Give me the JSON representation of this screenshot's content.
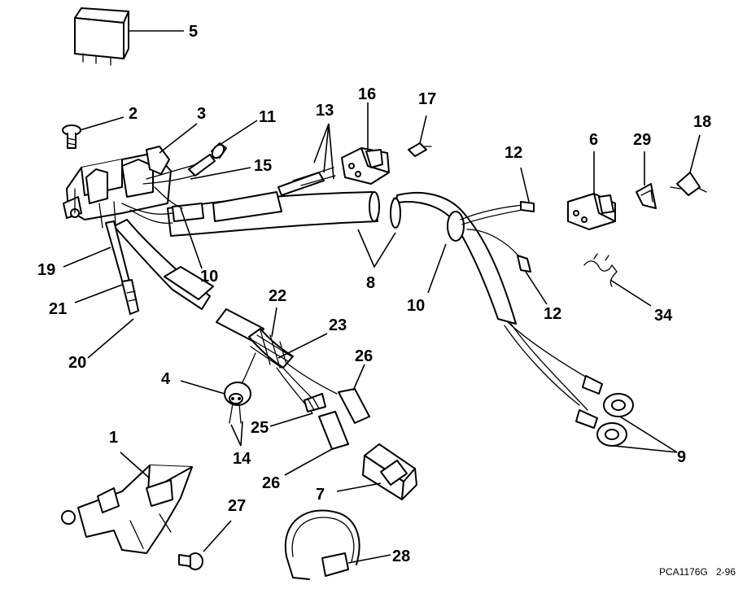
{
  "callouts": [
    {
      "id": "c5a",
      "text": "5"
    },
    {
      "id": "c2",
      "text": "2"
    },
    {
      "id": "c3",
      "text": "3"
    },
    {
      "id": "c11",
      "text": "11"
    },
    {
      "id": "c13",
      "text": "13"
    },
    {
      "id": "c16",
      "text": "16"
    },
    {
      "id": "c17",
      "text": "17"
    },
    {
      "id": "c15",
      "text": "15"
    },
    {
      "id": "c12a",
      "text": "12"
    },
    {
      "id": "c6",
      "text": "6"
    },
    {
      "id": "c29",
      "text": "29"
    },
    {
      "id": "c18",
      "text": "18"
    },
    {
      "id": "c19",
      "text": "19"
    },
    {
      "id": "c10a",
      "text": "10"
    },
    {
      "id": "c8",
      "text": "8"
    },
    {
      "id": "c10b",
      "text": "10"
    },
    {
      "id": "c12b",
      "text": "12"
    },
    {
      "id": "c34",
      "text": "34"
    },
    {
      "id": "c21",
      "text": "21"
    },
    {
      "id": "c22",
      "text": "22"
    },
    {
      "id": "c23",
      "text": "23"
    },
    {
      "id": "c20",
      "text": "20"
    },
    {
      "id": "c26a",
      "text": "26"
    },
    {
      "id": "c4",
      "text": "4"
    },
    {
      "id": "c25",
      "text": "25"
    },
    {
      "id": "c14",
      "text": "14"
    },
    {
      "id": "c9",
      "text": "9"
    },
    {
      "id": "c1",
      "text": "1"
    },
    {
      "id": "c26b",
      "text": "26"
    },
    {
      "id": "c27",
      "text": "27"
    },
    {
      "id": "c7",
      "text": "7"
    },
    {
      "id": "c28",
      "text": "28"
    }
  ],
  "figure_id": "PCA1176G",
  "figure_date": "2-96"
}
